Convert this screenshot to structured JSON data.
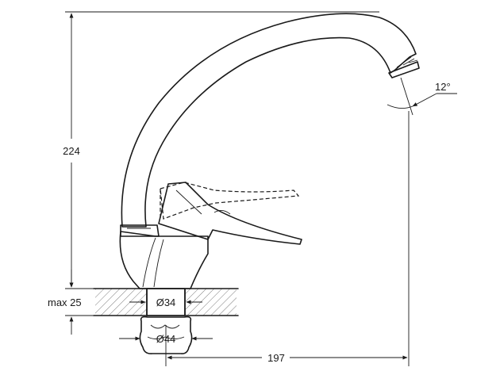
{
  "dimensions": {
    "height_total": "224",
    "deck_max": "max 25",
    "body_diameter": "Ø34",
    "base_diameter": "Ø44",
    "reach": "197",
    "swivel_angle": "12°"
  }
}
